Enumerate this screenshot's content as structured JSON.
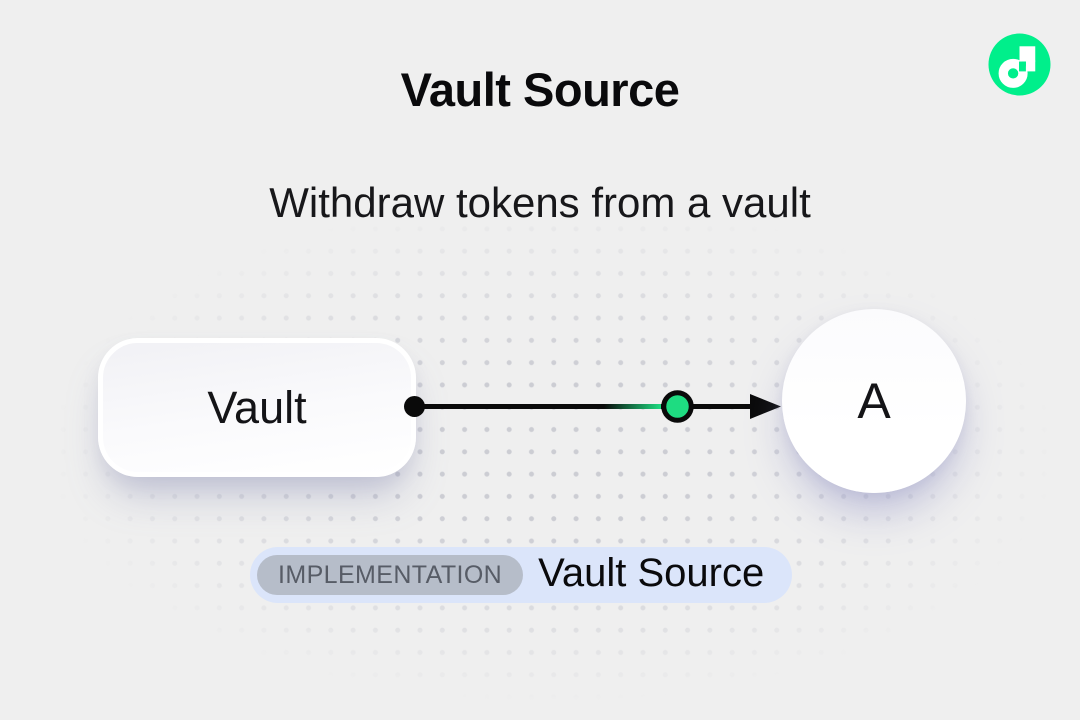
{
  "header": {
    "title": "Vault Source",
    "subtitle": "Withdraw tokens from a vault"
  },
  "logo": {
    "icon": "flow-logo-icon",
    "brand_green": "#00ef8b"
  },
  "diagram": {
    "vault_node_label": "Vault",
    "account_node_label": "A",
    "edge": {
      "direction": "left-to-right",
      "start_marker": "black-dot",
      "mid_marker": "green-circle",
      "end_marker": "arrowhead",
      "mid_marker_color": "#1edc81",
      "line_color": "#0a0a0a"
    }
  },
  "badge": {
    "tag": "IMPLEMENTATION",
    "label": "Vault Source"
  },
  "colors": {
    "background": "#efefef",
    "dot_grid": "#c9cad1",
    "badge_background": "#dbe5fa",
    "tag_background": "#b6bdc9",
    "tag_text": "#575c66",
    "node_fill": "#ffffff",
    "accent_green": "#1edc81",
    "flow_green": "#00ef8b"
  }
}
